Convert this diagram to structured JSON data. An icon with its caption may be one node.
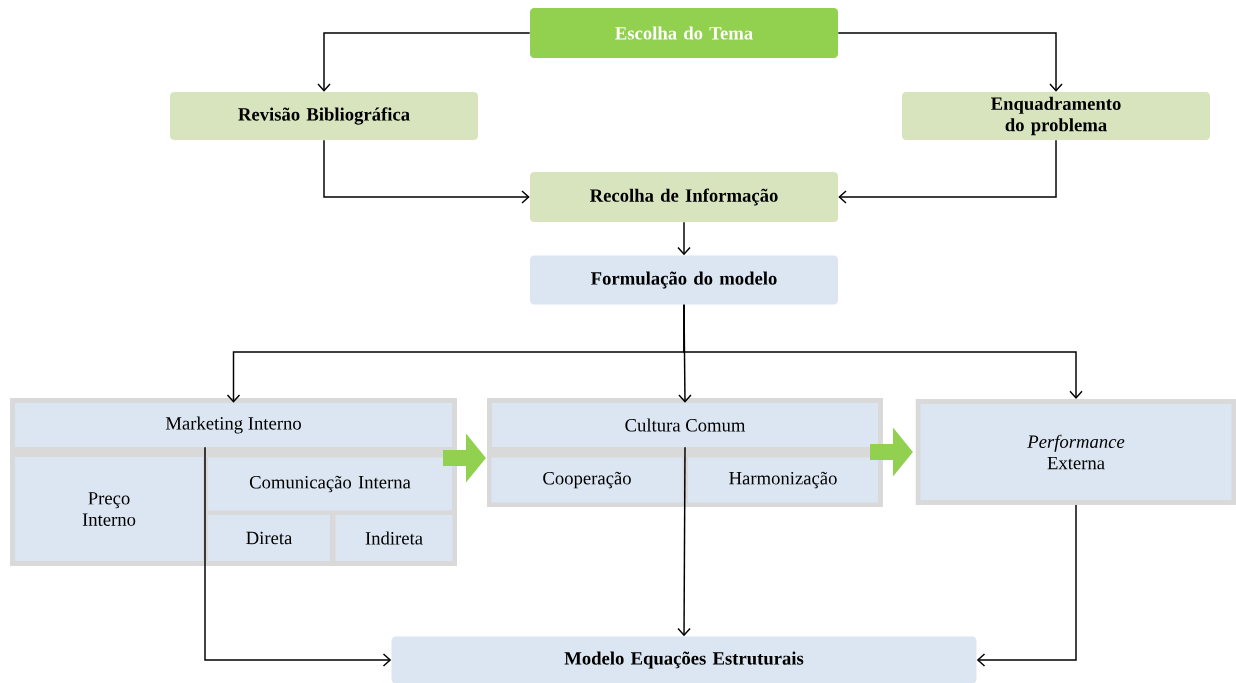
{
  "diagram": {
    "nodes": [
      {
        "text": [
          "Escolha do Tema"
        ]
      },
      {
        "text": [
          "Revisão Bibliográfica"
        ]
      },
      {
        "text": [
          "Enquadramento do problema"
        ]
      },
      {
        "text": [
          "Recolha de Informação"
        ]
      },
      {
        "text": [
          "Formulação do modelo"
        ]
      },
      {
        "text": [
          "Marketing Interno"
        ]
      },
      {
        "text": [
          "Preço Interno"
        ]
      },
      {
        "text": [
          "Comunicação Interna"
        ]
      },
      {
        "text": [
          "Direta"
        ]
      },
      {
        "text": [
          "Indireta"
        ]
      },
      {
        "text": [
          "Cultura Comum"
        ]
      },
      {
        "text": [
          "Cooperação"
        ]
      },
      {
        "text": [
          "Harmonização"
        ]
      },
      {
        "text": [
          "*Performance* Externa"
        ]
      },
      {
        "text": [
          "Modelo Equações Estruturais"
        ]
      }
    ],
    "edges": [
      {
        "from": 0,
        "to": 1,
        "arrow": "to"
      },
      {
        "from": 0,
        "to": 2,
        "arrow": "to"
      },
      {
        "from": 1,
        "to": 3,
        "arrow": "to"
      },
      {
        "from": 2,
        "to": 3,
        "arrow": "to"
      },
      {
        "from": 3,
        "to": 4,
        "arrow": "to"
      },
      {
        "from": 4,
        "to": 5,
        "arrow": "to"
      },
      {
        "from": 4,
        "to": 10,
        "arrow": "to"
      },
      {
        "from": 4,
        "to": 13,
        "arrow": "to"
      },
      {
        "from": 5,
        "to": 10,
        "arrow": "to",
        "style": "thick",
        "color": "#92d050"
      },
      {
        "from": 10,
        "to": 13,
        "arrow": "to",
        "style": "thick",
        "color": "#92d050"
      },
      {
        "from": 5,
        "to": 14,
        "arrow": "to"
      },
      {
        "from": 10,
        "to": 14,
        "arrow": "to"
      },
      {
        "from": 13,
        "to": 14,
        "arrow": "to"
      }
    ]
  }
}
